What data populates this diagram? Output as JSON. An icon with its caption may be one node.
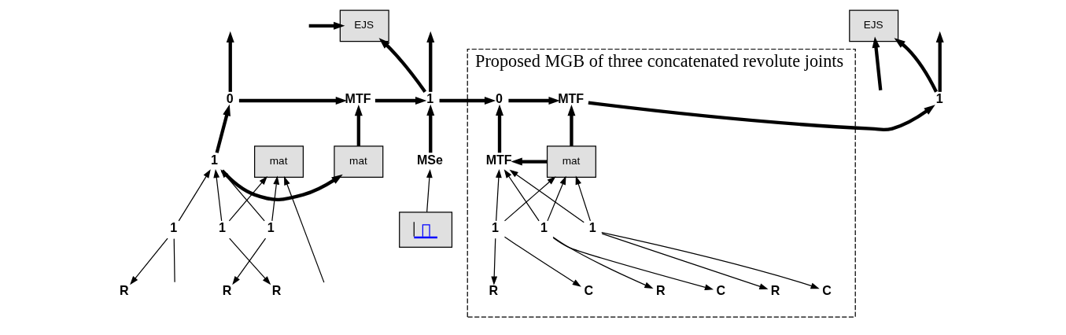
{
  "diagram": {
    "nodes": [
      {
        "text": [
          "0"
        ]
      },
      {
        "text": [
          "MTF"
        ]
      },
      {
        "text": [
          "1"
        ]
      },
      {
        "text": [
          "mat"
        ]
      },
      {
        "text": [
          "mat"
        ]
      },
      {
        "text": [
          "1"
        ]
      },
      {
        "text": [
          "1"
        ]
      },
      {
        "text": [
          "1"
        ]
      },
      {
        "text": [
          "R"
        ]
      },
      {
        "text": [
          "R"
        ]
      },
      {
        "text": [
          "R"
        ]
      },
      {
        "text": [
          "EJS"
        ]
      },
      {
        "text": [
          "1"
        ]
      },
      {
        "text": [
          "MSe"
        ]
      },
      {
        "text": [],
        "shape": "picture"
      },
      {
        "text": [
          "Proposed MGB of three concatenated revolute joints"
        ]
      },
      {
        "text": [
          "0"
        ],
        "in": 15
      },
      {
        "text": [
          "MTF"
        ],
        "in": 15
      },
      {
        "text": [
          "mat"
        ],
        "in": 15
      },
      {
        "text": [
          "MTF"
        ],
        "in": 15
      },
      {
        "text": [
          "1"
        ],
        "in": 15
      },
      {
        "text": [
          "1"
        ],
        "in": 15
      },
      {
        "text": [
          "1"
        ],
        "in": 15
      },
      {
        "text": [
          "C"
        ],
        "in": 15
      },
      {
        "text": [
          "R"
        ],
        "in": 15
      },
      {
        "text": [
          "C"
        ],
        "in": 15
      },
      {
        "text": [
          "R"
        ],
        "in": 15
      },
      {
        "text": [
          "C"
        ],
        "in": 15
      },
      {
        "text": [
          "R"
        ],
        "in": 15
      },
      {
        "text": [
          "EJS"
        ]
      },
      {
        "text": [
          "1"
        ]
      }
    ],
    "edges": [
      {
        "from": 0,
        "to": null,
        "arrow": "to",
        "style": "thick"
      },
      {
        "from": 0,
        "to": 1,
        "arrow": "to",
        "style": "thick"
      },
      {
        "from": 2,
        "to": 0,
        "arrow": "to",
        "style": "thick"
      },
      {
        "from": 2,
        "to": 4,
        "arrow": "to",
        "style": "thick"
      },
      {
        "from": 4,
        "to": 1,
        "arrow": "to",
        "style": "thick"
      },
      {
        "from": 5,
        "to": 2,
        "arrow": "to"
      },
      {
        "from": 6,
        "to": 2,
        "arrow": "to"
      },
      {
        "from": 7,
        "to": 2,
        "arrow": "to"
      },
      {
        "from": 5,
        "to": 8,
        "arrow": "to"
      },
      {
        "from": 6,
        "to": 9,
        "arrow": "to"
      },
      {
        "from": 7,
        "to": 10,
        "arrow": "to"
      },
      {
        "from": 5,
        "to": null,
        "arrow": "none"
      },
      {
        "from": null,
        "to": 3,
        "arrow": "to"
      },
      {
        "from": 6,
        "to": 3,
        "arrow": "to"
      },
      {
        "from": 7,
        "to": 3,
        "arrow": "to"
      },
      {
        "from": 1,
        "to": 12,
        "arrow": "to",
        "style": "thick"
      },
      {
        "from": 12,
        "to": null,
        "arrow": "to",
        "style": "thick"
      },
      {
        "from": null,
        "to": 11,
        "arrow": "to",
        "style": "thick"
      },
      {
        "from": 12,
        "to": 11,
        "arrow": "to",
        "style": "thick"
      },
      {
        "from": 13,
        "to": 12,
        "arrow": "to",
        "style": "thick"
      },
      {
        "from": 14,
        "to": 13,
        "arrow": "to"
      },
      {
        "from": 12,
        "to": 16,
        "arrow": "to",
        "style": "thick"
      },
      {
        "from": 16,
        "to": 17,
        "arrow": "to",
        "style": "thick"
      },
      {
        "from": 19,
        "to": 16,
        "arrow": "to",
        "style": "thick"
      },
      {
        "from": 18,
        "to": 19,
        "arrow": "to",
        "style": "thick"
      },
      {
        "from": 18,
        "to": 17,
        "arrow": "to",
        "style": "thick"
      },
      {
        "from": 20,
        "to": 19,
        "arrow": "to"
      },
      {
        "from": 21,
        "to": 19,
        "arrow": "to"
      },
      {
        "from": 22,
        "to": 19,
        "arrow": "to"
      },
      {
        "from": 20,
        "to": 18,
        "arrow": "to"
      },
      {
        "from": 21,
        "to": 18,
        "arrow": "to"
      },
      {
        "from": 22,
        "to": 18,
        "arrow": "to"
      },
      {
        "from": 20,
        "to": 23,
        "arrow": "to"
      },
      {
        "from": 20,
        "to": 24,
        "arrow": "to"
      },
      {
        "from": 21,
        "to": 25,
        "arrow": "to"
      },
      {
        "from": 21,
        "to": 26,
        "arrow": "to"
      },
      {
        "from": 22,
        "to": 27,
        "arrow": "to"
      },
      {
        "from": 22,
        "to": 28,
        "arrow": "to"
      },
      {
        "from": 17,
        "to": 30,
        "arrow": "to",
        "style": "thick"
      },
      {
        "from": 30,
        "to": null,
        "arrow": "to",
        "style": "thick"
      },
      {
        "from": null,
        "to": 29,
        "arrow": "to",
        "style": "thick"
      },
      {
        "from": 30,
        "to": 29,
        "arrow": "to",
        "style": "thick"
      }
    ]
  }
}
